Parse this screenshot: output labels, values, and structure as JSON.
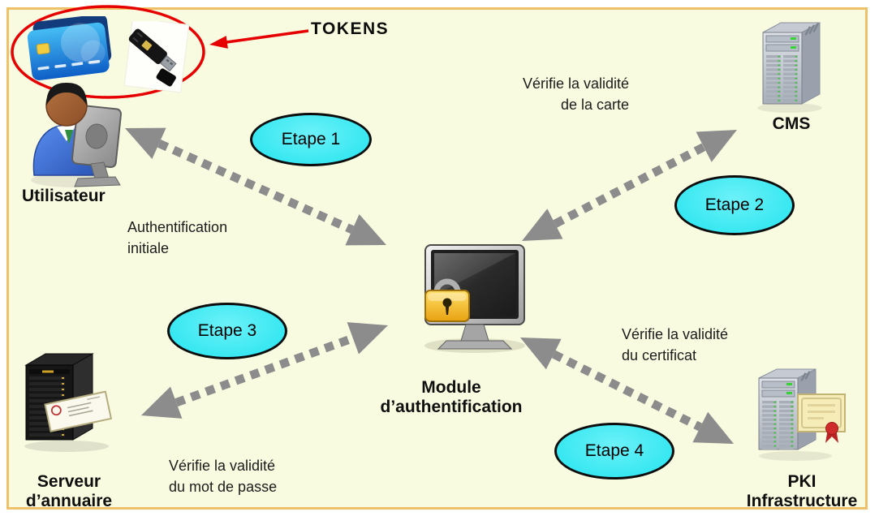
{
  "annotation": {
    "tokens_label": "TOKENS"
  },
  "entities": {
    "user": {
      "label": "Utilisateur",
      "icon": "user-at-computer-icon"
    },
    "cms": {
      "label": "CMS",
      "icon": "server-tower-icon"
    },
    "module": {
      "line1": "Module",
      "line2": "d’authentification",
      "icon": "monitor-lock-icon"
    },
    "directory": {
      "line1": "Serveur",
      "line2": "d’annuaire",
      "icon": "black-server-envelope-icon"
    },
    "pki": {
      "line1": "PKI",
      "line2": "Infrastructure",
      "icon": "server-certificate-icon"
    },
    "tokens": {
      "icons": [
        "credit-card-icon",
        "usb-token-icon"
      ]
    }
  },
  "steps": [
    {
      "label": "Etape 1"
    },
    {
      "label": "Etape 2"
    },
    {
      "label": "Etape 3"
    },
    {
      "label": "Etape 4"
    }
  ],
  "notes": {
    "card": {
      "line1": "Vérifie la validité",
      "line2": "de la carte"
    },
    "initial_auth": {
      "line1": "Authentification",
      "line2": "initiale"
    },
    "certificate": {
      "line1": "Vérifie la validité",
      "line2": "du certificat"
    },
    "password": {
      "line1": "Vérifie la validité",
      "line2": "du mot de passe"
    }
  },
  "colors": {
    "background": "#f9fbe1",
    "frame_border": "#eec169",
    "step_ellipse_fill": "#35e7f1",
    "arrow_gray": "#8c8c8c",
    "annotation_red": "#e60000",
    "lock_gold": "#f0b429"
  }
}
